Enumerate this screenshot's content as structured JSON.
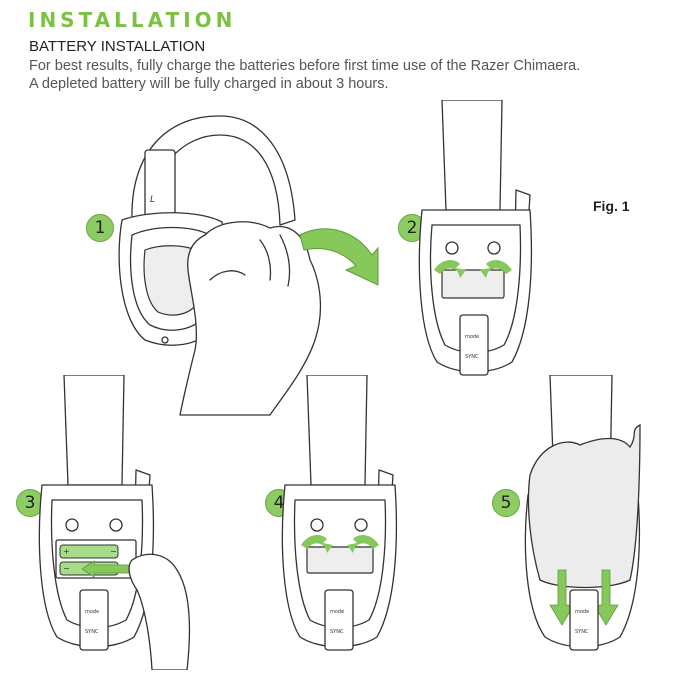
{
  "section_title": "INSTALLATION",
  "heading": "BATTERY INSTALLATION",
  "description_line1": "For best results, fully charge the batteries before first time use of the Razer Chimaera.",
  "description_line2": "A depleted battery will be fully charged in about 3 hours.",
  "figure_label": "Fig. 1",
  "earcup_label": "L",
  "steps": [
    "1",
    "2",
    "3",
    "4",
    "5"
  ],
  "colors": {
    "accent_green": "#7cc242",
    "badge_green": "#8ccc63",
    "arrow_green": "#86c85a",
    "battery_green": "#a6dc8a"
  }
}
